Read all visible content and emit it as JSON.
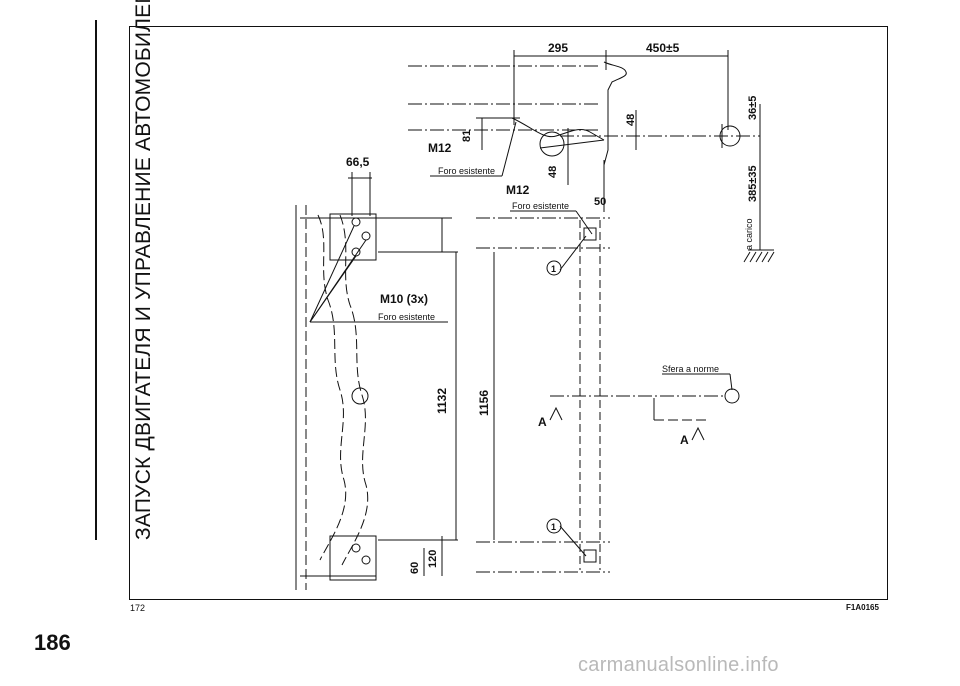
{
  "side_title": "ЗАПУСК ДВИГАТЕЛЯ И УПРАВЛЕНИЕ АВТОМОБИЛЕМ",
  "page_number": "186",
  "figure": {
    "page_ref": "172",
    "code": "F1A0165",
    "labels": {
      "dim_295": "295",
      "dim_450": "450±5",
      "dim_36": "36±5",
      "dim_385": "385±35",
      "a_carico": "a carico",
      "dim_48_top": "48",
      "dim_81": "81",
      "dim_48_mid": "48",
      "dim_50": "50",
      "m12_top": "M12",
      "foro_top": "Foro esistente",
      "m12_mid": "M12",
      "foro_mid": "Foro esistente",
      "dim_665": "66,5",
      "m10": "M10 (3x)",
      "foro_m10": "Foro esistente",
      "dim_1132": "1132",
      "dim_1156": "1156",
      "sfera": "Sfera a norme",
      "a_left": "A",
      "a_right": "A",
      "callout_1": "1",
      "dim_60": "60",
      "dim_120": "120"
    }
  },
  "watermark": "carmanualsonline.info"
}
